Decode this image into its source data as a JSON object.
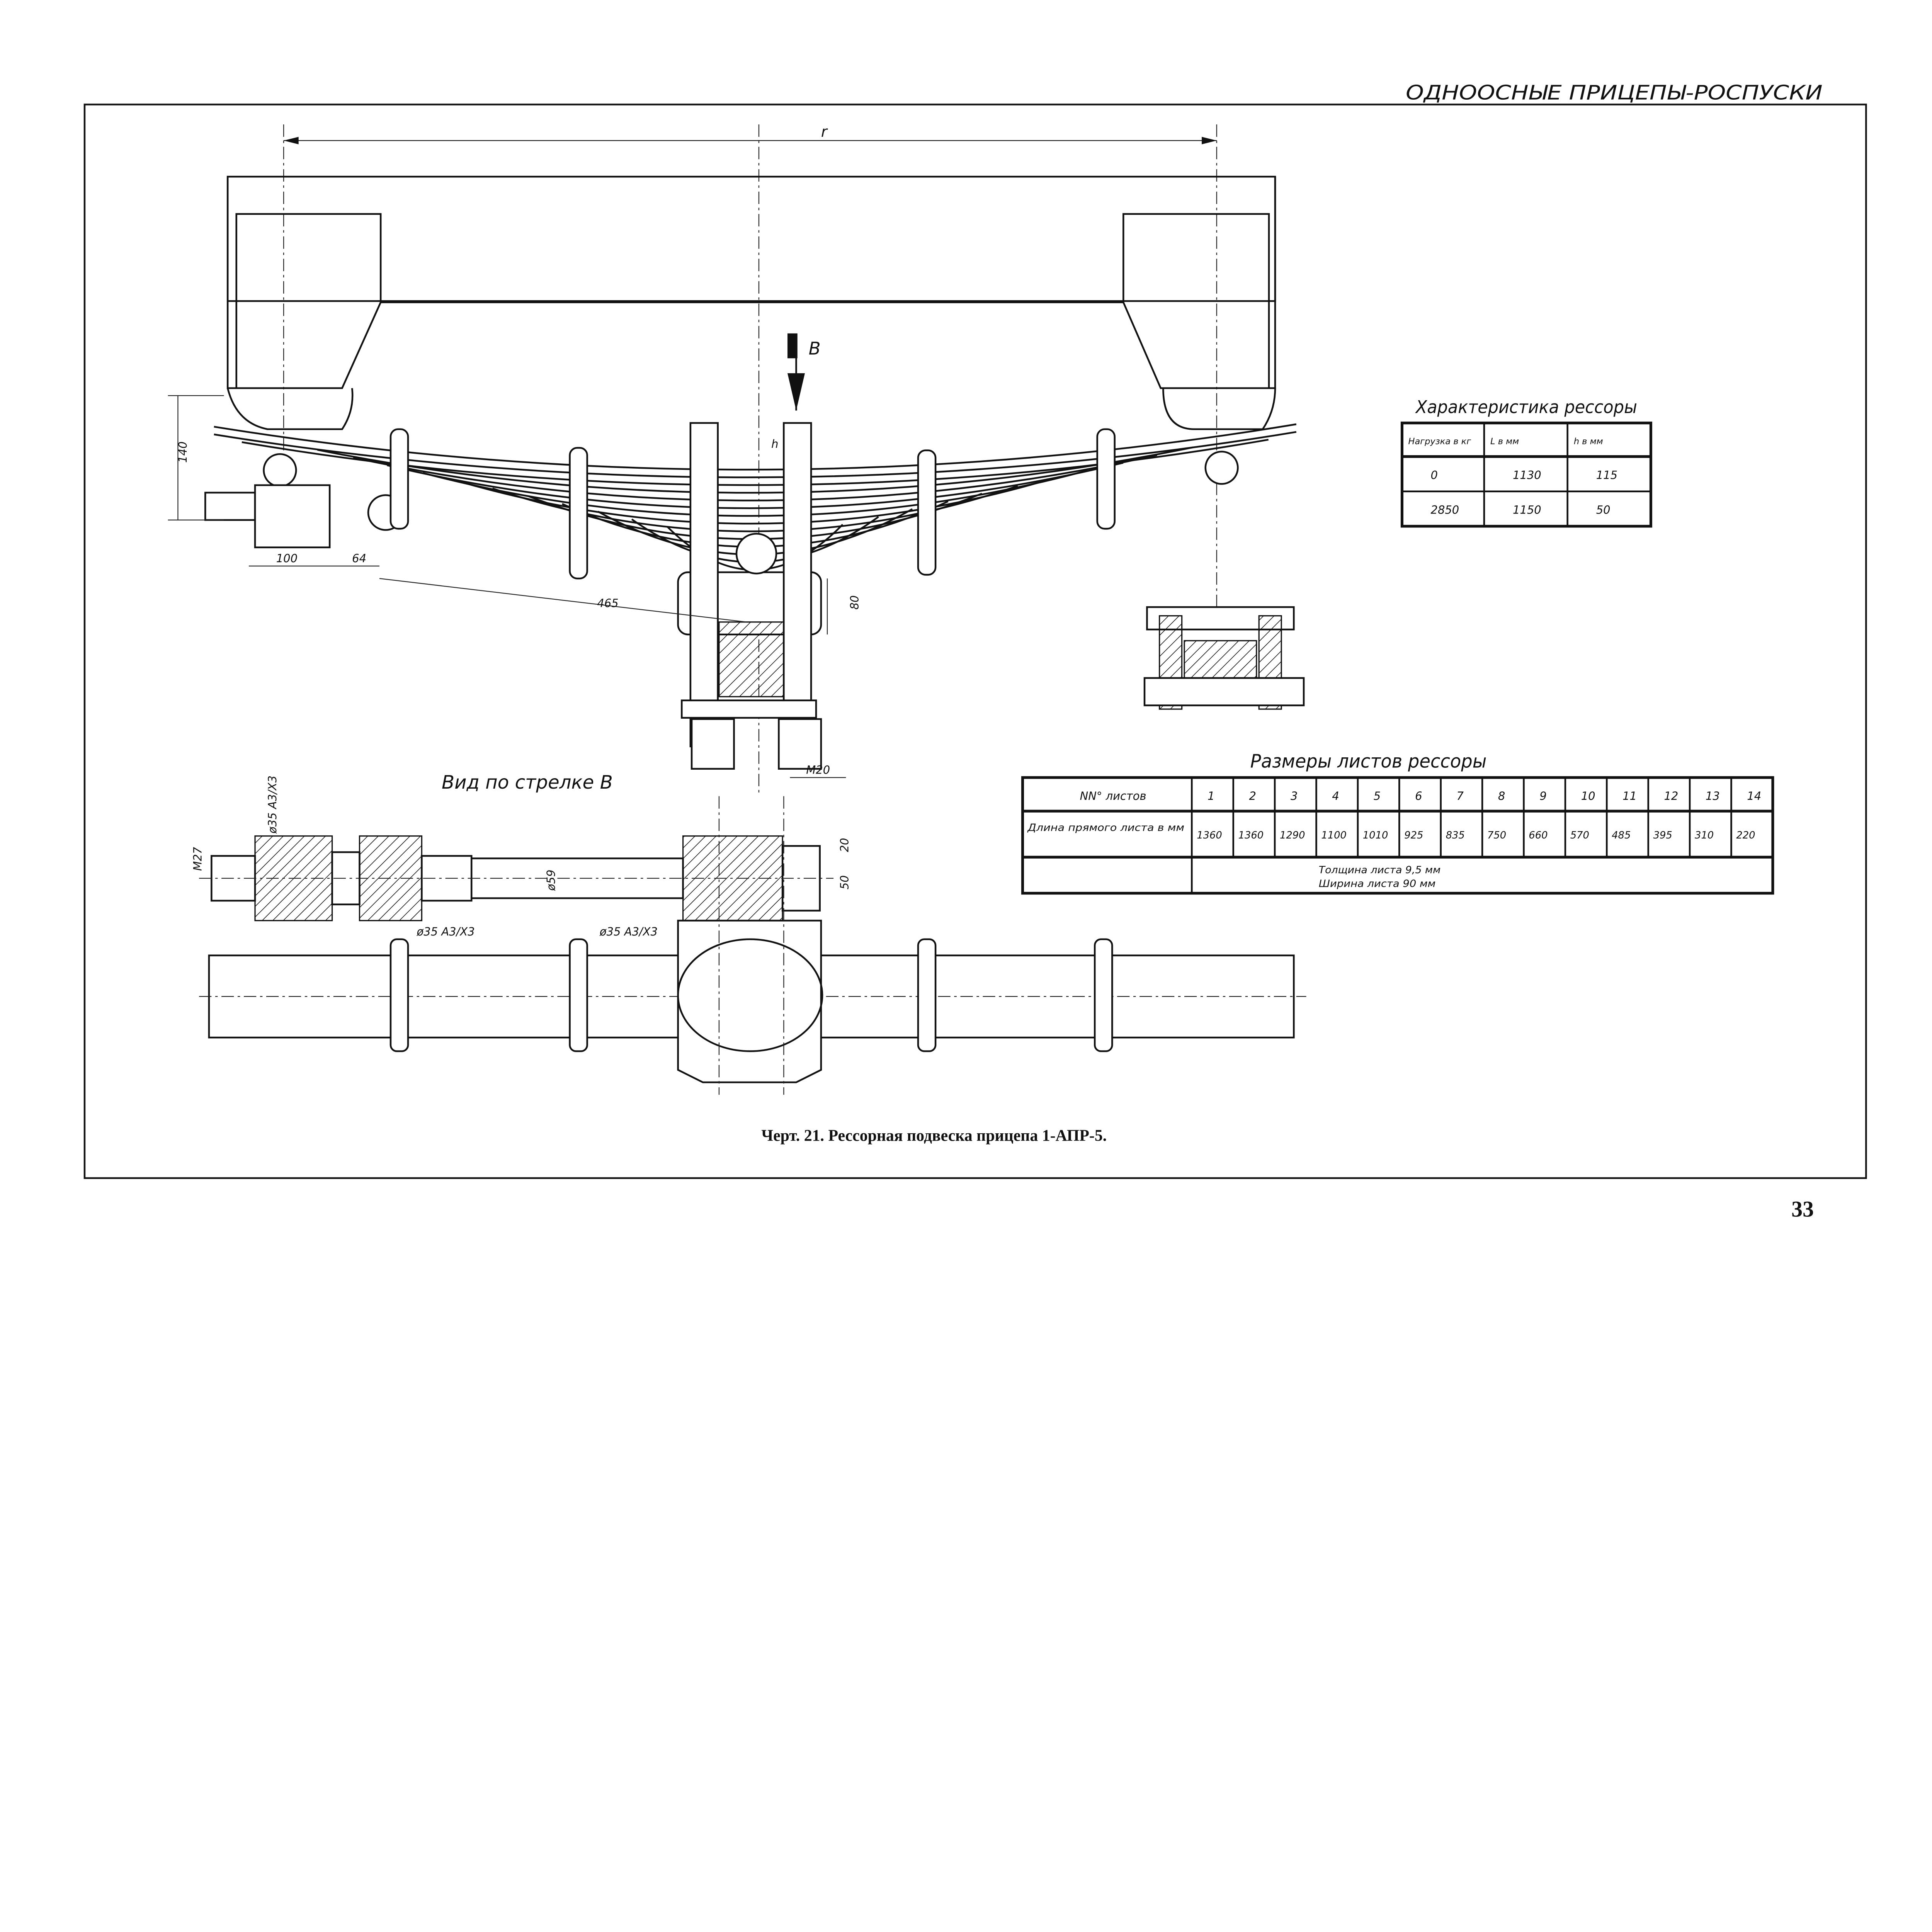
{
  "header": {
    "running_title": "ОДНООСНЫЕ ПРИЦЕПЫ-РОСПУСКИ"
  },
  "drawing": {
    "dimensions": {
      "r": "r",
      "arrow_b": "B",
      "h": "h",
      "d140": "140",
      "d100": "100",
      "d64": "64",
      "d465": "465",
      "d80": "80",
      "m20": "M20",
      "m27": "M27",
      "phi59": "ø59",
      "d50": "50",
      "d20": "20",
      "fit1": "ø35 A3/X3",
      "fit2": "ø35 A3/X3",
      "fit3": "ø35 A3/X3"
    },
    "view_label": "Вид по стрелке В"
  },
  "spring_characteristics": {
    "title": "Характеристика рессоры",
    "headers": [
      "Нагрузка в кг",
      "L в мм",
      "h в мм"
    ],
    "rows": [
      [
        "0",
        "1130",
        "115"
      ],
      [
        "2850",
        "1150",
        "50"
      ]
    ]
  },
  "leaf_dimensions": {
    "title": "Размеры листов рессоры",
    "row1_label": "NN° листов",
    "row2_label": "Длина прямого листа в мм",
    "leaf_numbers": [
      "1",
      "2",
      "3",
      "4",
      "5",
      "6",
      "7",
      "8",
      "9",
      "10",
      "11",
      "12",
      "13",
      "14"
    ],
    "lengths": [
      "1360",
      "1360",
      "1290",
      "1100",
      "1010",
      "925",
      "835",
      "750",
      "660",
      "570",
      "485",
      "395",
      "310",
      "220"
    ],
    "thickness": "Толщина листа 9,5 мм",
    "width": "Ширина листа 90 мм"
  },
  "caption": "Черт. 21. Рессорная подвеска прицепа 1-АПР-5.",
  "page_number": "33"
}
